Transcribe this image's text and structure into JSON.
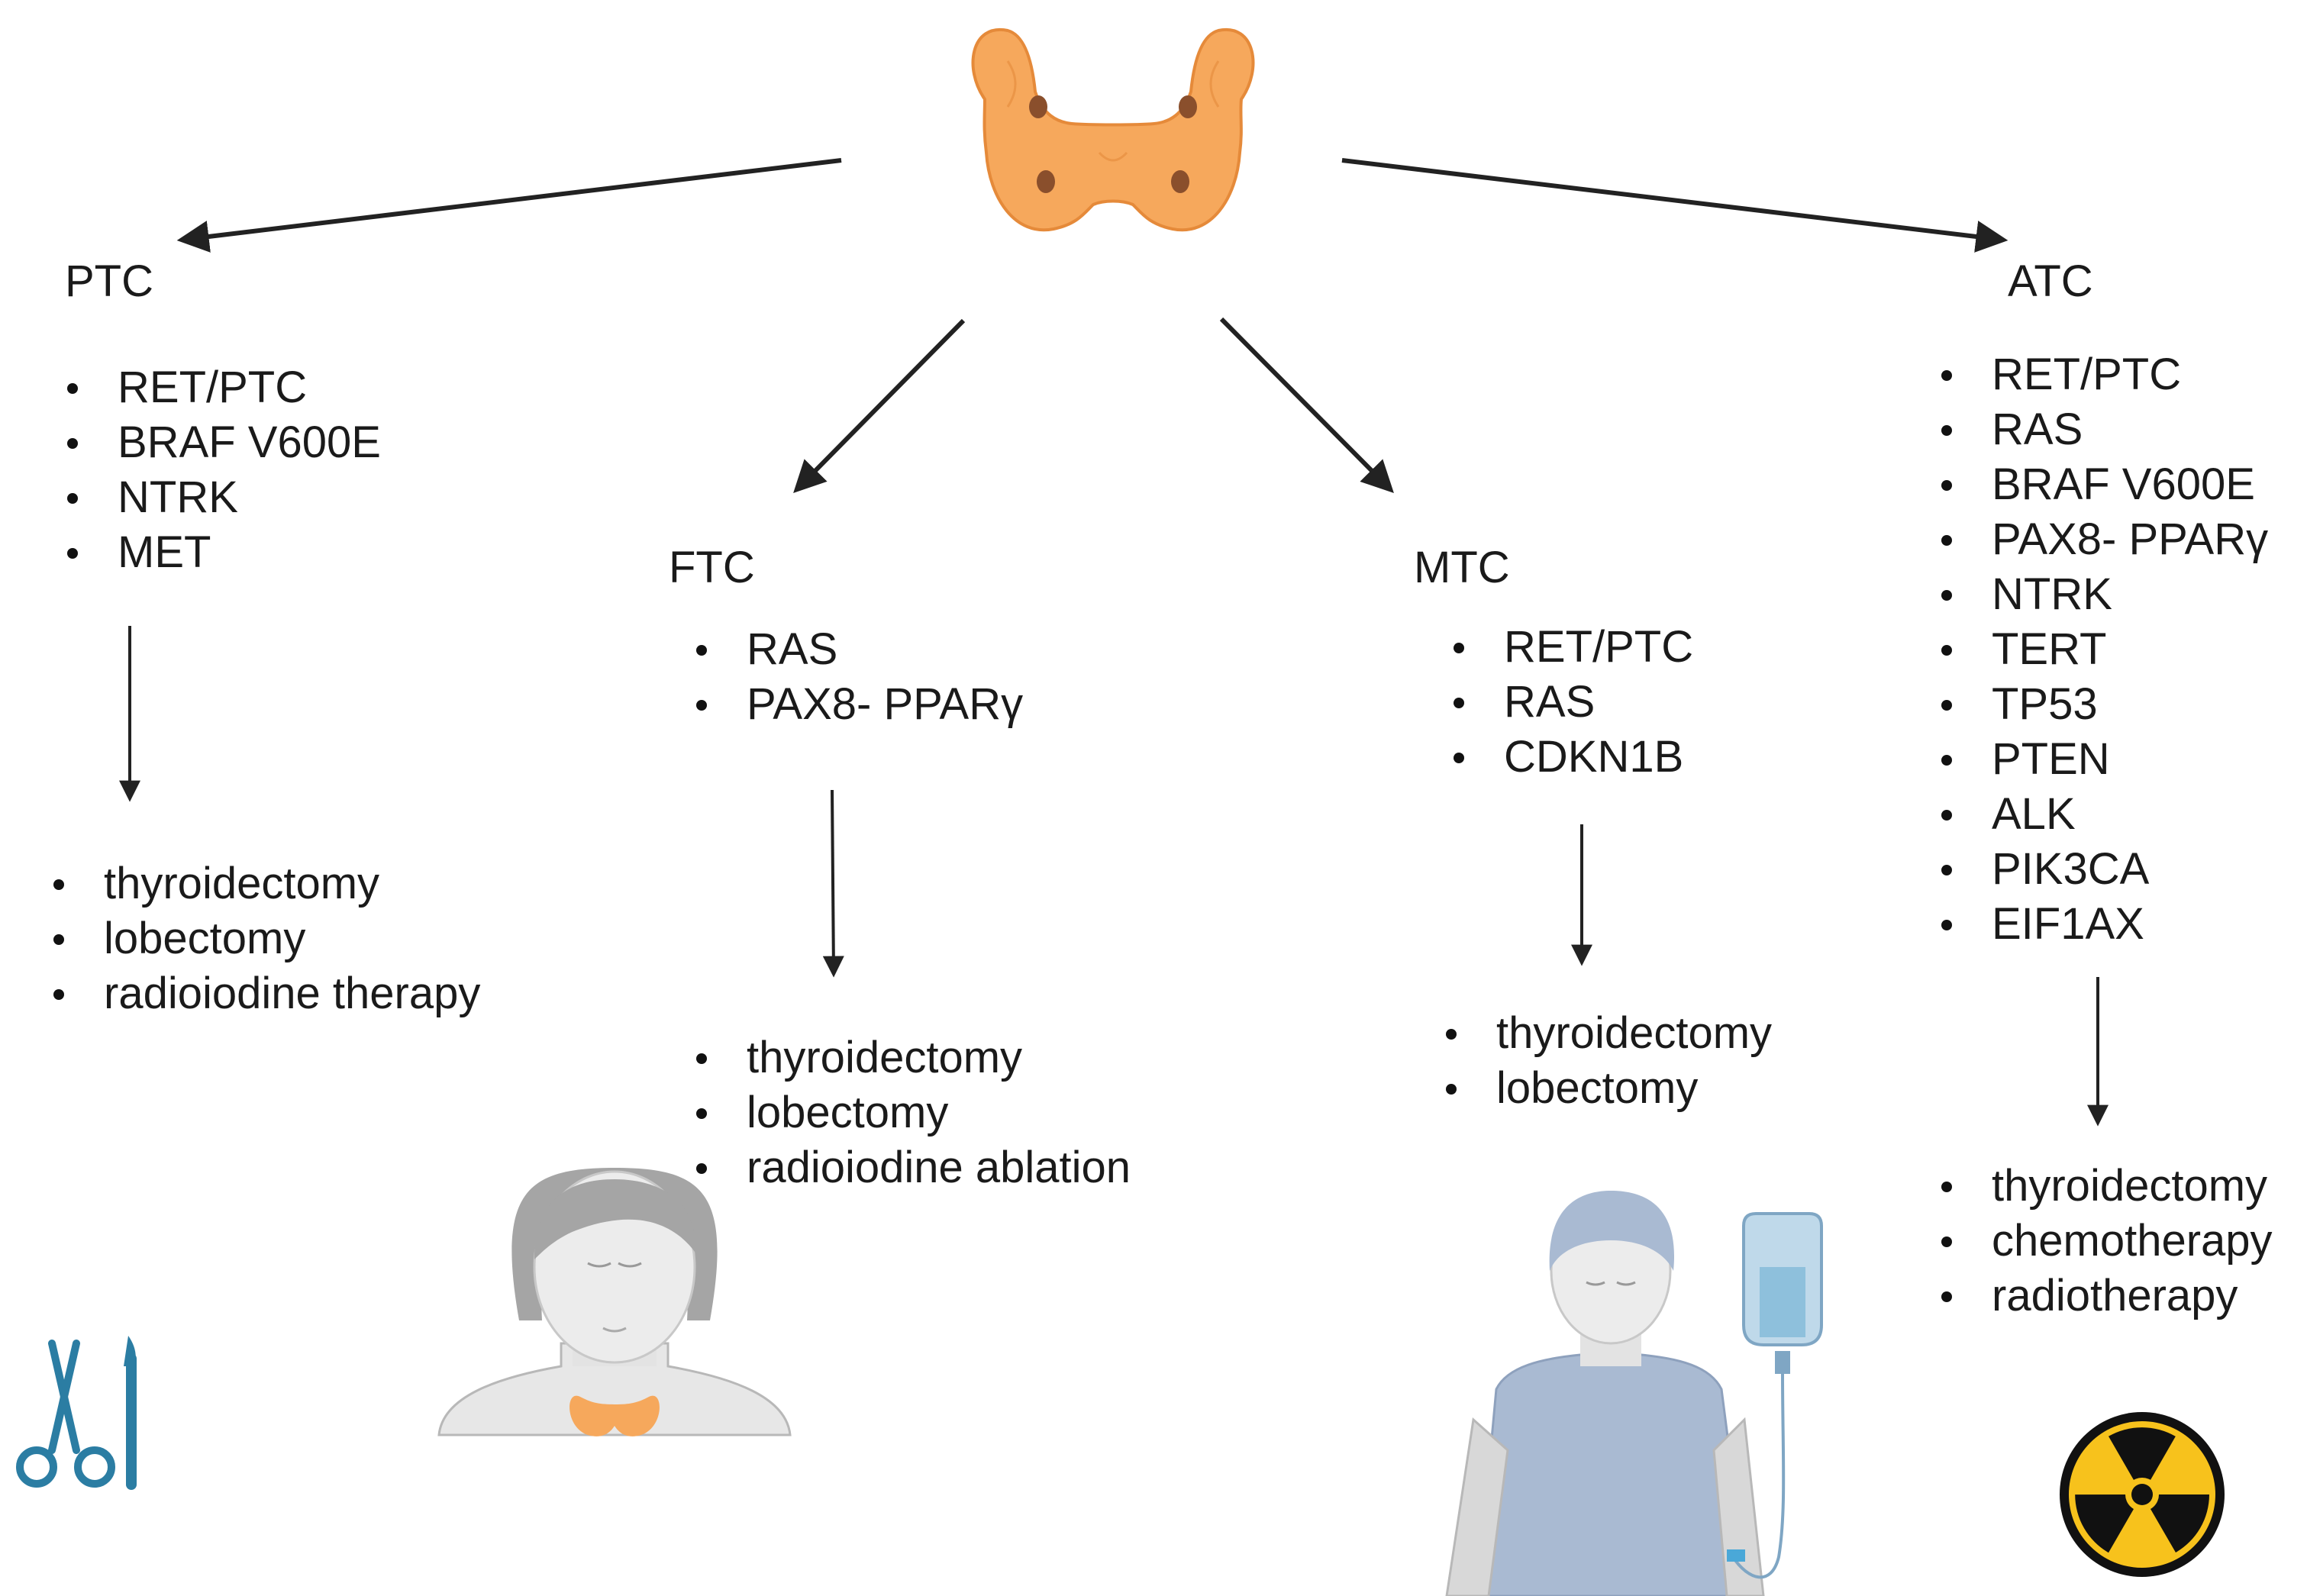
{
  "center": {
    "icon": "thyroid-gland-icon"
  },
  "types": [
    {
      "id": "ptc",
      "label": "PTC",
      "mutations": [
        "RET/PTC",
        "BRAF V600E",
        "NTRK",
        "MET"
      ],
      "treatments": [
        "thyroidectomy",
        "lobectomy",
        "radioiodine therapy"
      ],
      "icon": "surgical-tools-icon"
    },
    {
      "id": "ftc",
      "label": "FTC",
      "mutations": [
        "RAS",
        "PAX8- PPARγ"
      ],
      "treatments": [
        "thyroidectomy",
        "lobectomy",
        "radioiodine ablation"
      ],
      "icon": "patient-neck-thyroid-icon"
    },
    {
      "id": "mtc",
      "label": "MTC",
      "mutations": [
        "RET/PTC",
        "RAS",
        "CDKN1B"
      ],
      "treatments": [
        "thyroidectomy",
        "lobectomy"
      ],
      "icon": "chemotherapy-patient-icon"
    },
    {
      "id": "atc",
      "label": "ATC",
      "mutations": [
        "RET/PTC",
        "RAS",
        "BRAF V600E",
        "PAX8- PPARγ",
        "NTRK",
        "TERT",
        "TP53",
        "PTEN",
        "ALK",
        "PIK3CA",
        "EIF1AX"
      ],
      "treatments": [
        "thyroidectomy",
        "chemotherapy",
        "radiotherapy"
      ],
      "icon": "radiation-hazard-icon"
    }
  ],
  "colors": {
    "thyroid": "#f6a85c",
    "thyroid_dark": "#e58a3a",
    "arrow": "#222222",
    "instrument": "#2b7da3",
    "skin": "#e7e7e7",
    "shirt": "#a9bad2",
    "radiation_yellow": "#f7c21c"
  }
}
